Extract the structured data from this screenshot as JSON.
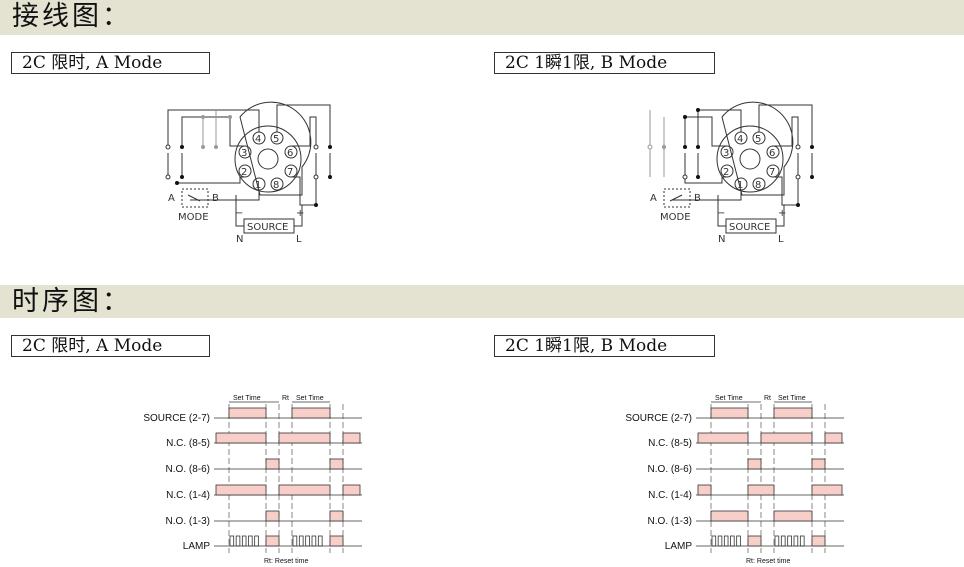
{
  "sections": {
    "wiring": {
      "title": "接线图："
    },
    "timing": {
      "title": "时序图："
    }
  },
  "modes": {
    "a": "2C 限时, A Mode",
    "b": "2C 1瞬1限, B Mode"
  },
  "wiring_labels": {
    "pins": [
      "1",
      "2",
      "3",
      "4",
      "5",
      "6",
      "7",
      "8"
    ],
    "source": "SOURCE",
    "mode": "MODE",
    "a": "A",
    "b": "B",
    "n": "N",
    "l": "L",
    "minus": "−",
    "plus": "+"
  },
  "timing_labels": {
    "rows": [
      "SOURCE (2-7)",
      "N.C. (8-5)",
      "N.O. (8-6)",
      "N.C. (1-4)",
      "N.O. (1-3)",
      "LAMP"
    ],
    "set_time": "Set Time",
    "rt": "Rt",
    "reset_note": "Rt: Reset time"
  },
  "colors": {
    "band": "#e4e3d2",
    "pulse_fill": "#f8cfc8",
    "pulse_stroke": "#333333"
  }
}
